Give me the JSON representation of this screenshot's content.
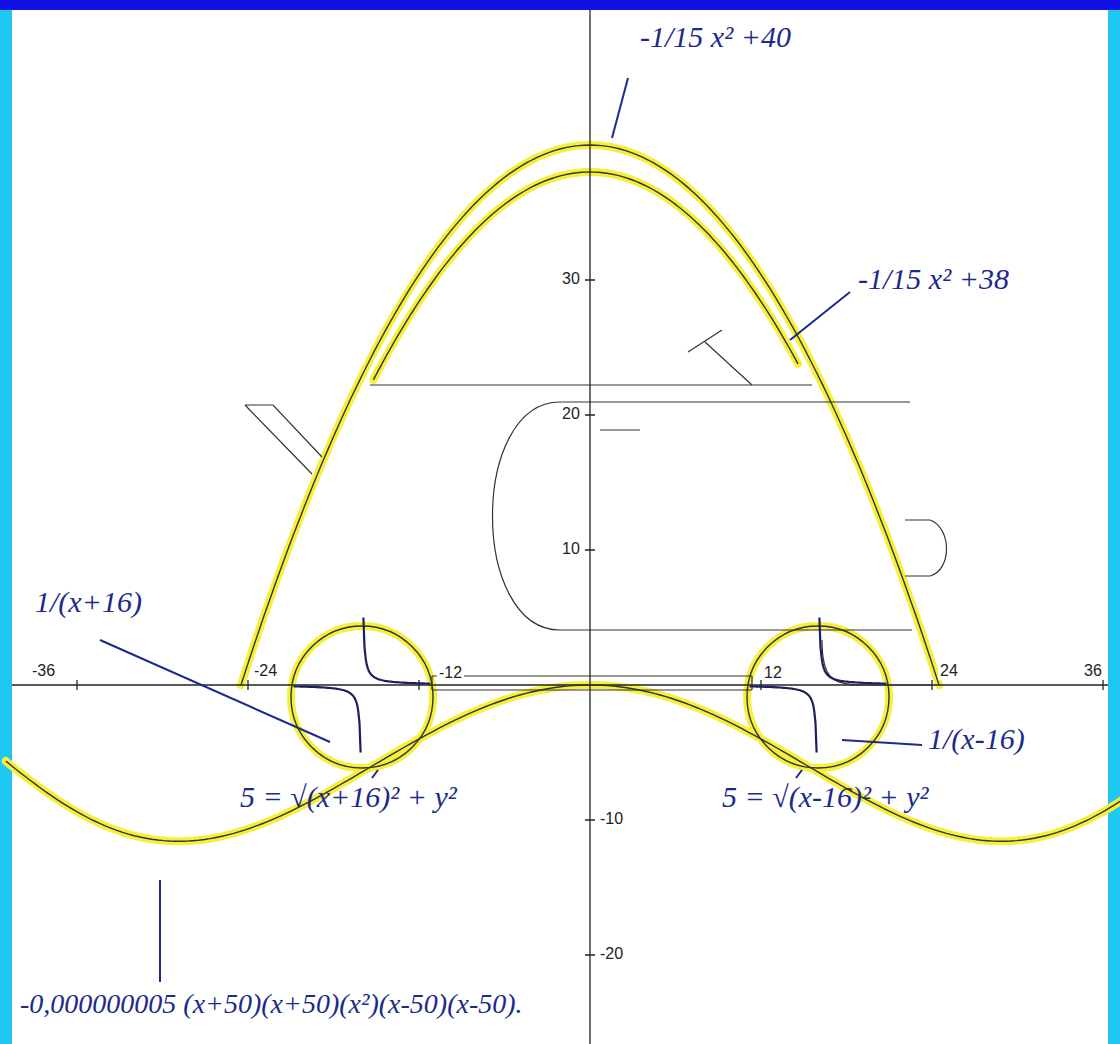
{
  "diagram": {
    "labels": [
      "-1/15 x² +40",
      "-1/15 x² +38",
      "1/(x+16)",
      "1/(x-16)",
      "5 = √(x+16)² + y²",
      "5 = √(x-16)² + y²",
      "-0,000000005 (x+50)(x+50)(x²)(x-50)(x-50).",
      "-36",
      "-24",
      "-12",
      "12",
      "24",
      "36",
      "30",
      "20",
      "10",
      "-10",
      "-20"
    ]
  }
}
